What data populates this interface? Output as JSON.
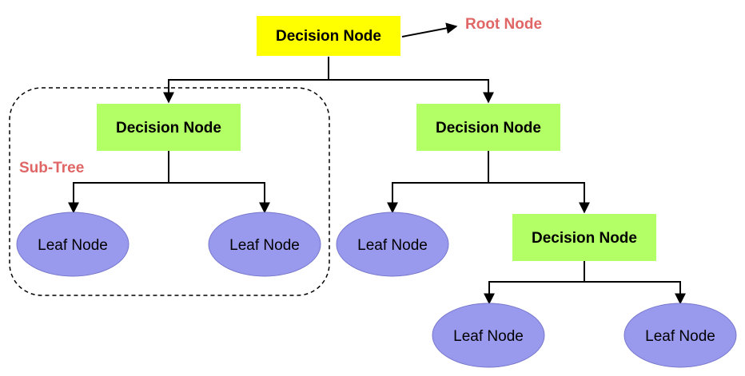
{
  "colors": {
    "root_fill": "#ffff00",
    "decision_fill": "#b3ff66",
    "leaf_fill": "#9999ee",
    "leaf_stroke": "#7777cc",
    "annotation_text": "#e06666",
    "edge": "#000000"
  },
  "annotations": {
    "root_label": "Root Node",
    "subtree_label": "Sub-Tree"
  },
  "nodes": {
    "root": {
      "type": "decision",
      "label": "Decision Node"
    },
    "left_decision": {
      "type": "decision",
      "label": "Decision Node"
    },
    "right_decision": {
      "type": "decision",
      "label": "Decision Node"
    },
    "lower_decision": {
      "type": "decision",
      "label": "Decision Node"
    },
    "leaf_1": {
      "type": "leaf",
      "label": "Leaf Node"
    },
    "leaf_2": {
      "type": "leaf",
      "label": "Leaf Node"
    },
    "leaf_3": {
      "type": "leaf",
      "label": "Leaf Node"
    },
    "leaf_4": {
      "type": "leaf",
      "label": "Leaf Node"
    },
    "leaf_5": {
      "type": "leaf",
      "label": "Leaf Node"
    }
  },
  "edges": [
    {
      "from": "root",
      "to": "left_decision"
    },
    {
      "from": "root",
      "to": "right_decision"
    },
    {
      "from": "left_decision",
      "to": "leaf_1"
    },
    {
      "from": "left_decision",
      "to": "leaf_2"
    },
    {
      "from": "right_decision",
      "to": "leaf_3"
    },
    {
      "from": "right_decision",
      "to": "lower_decision"
    },
    {
      "from": "lower_decision",
      "to": "leaf_4"
    },
    {
      "from": "lower_decision",
      "to": "leaf_5"
    }
  ]
}
